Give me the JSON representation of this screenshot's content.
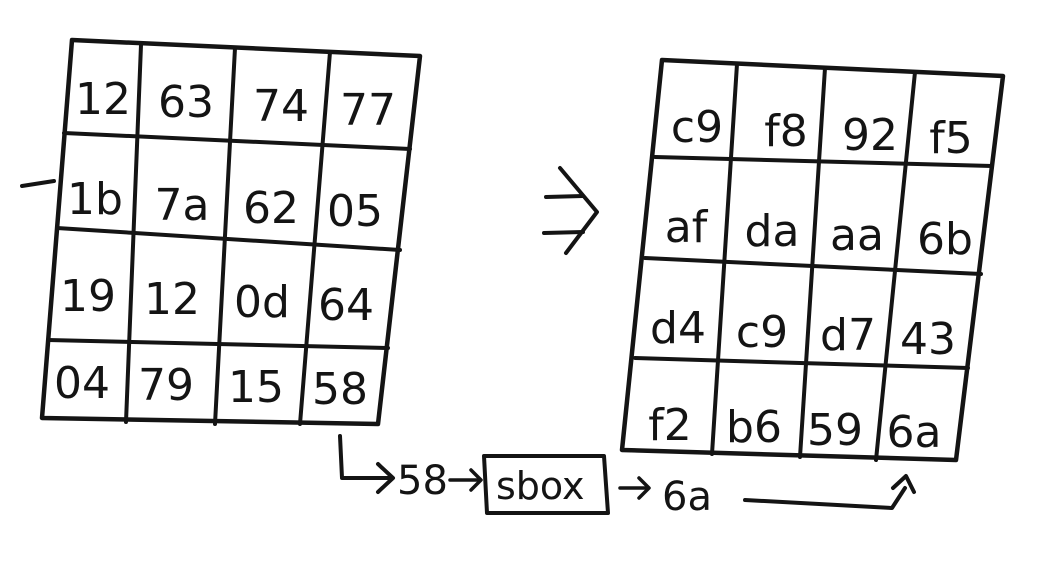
{
  "input_state": [
    [
      "12",
      "63",
      "74",
      "77"
    ],
    [
      "1b",
      "7a",
      "62",
      "05"
    ],
    [
      "19",
      "12",
      "0d",
      "64"
    ],
    [
      "04",
      "79",
      "15",
      "58"
    ]
  ],
  "output_state": [
    [
      "c9",
      "f8",
      "92",
      "f5"
    ],
    [
      "af",
      "da",
      "aa",
      "6b"
    ],
    [
      "d4",
      "c9",
      "d7",
      "43"
    ],
    [
      "f2",
      "b6",
      "59",
      "6a"
    ]
  ],
  "flow": {
    "input_byte": "58",
    "sbox_label": "sbox",
    "output_byte": "6a"
  }
}
